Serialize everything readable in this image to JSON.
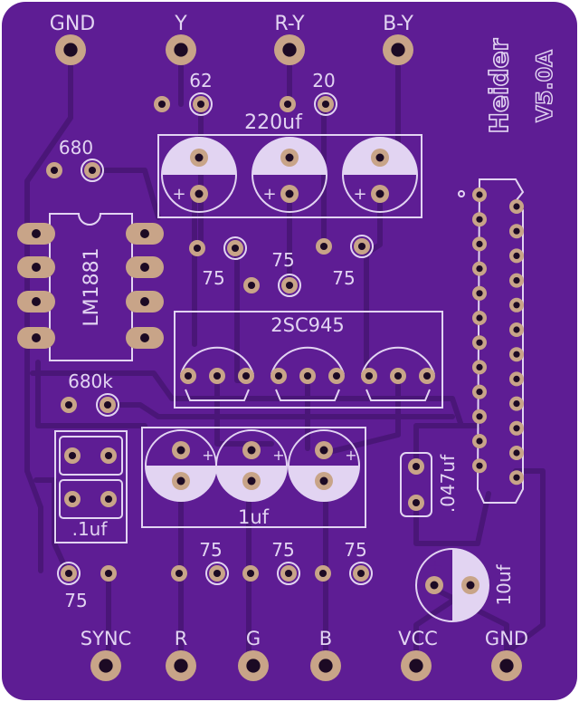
{
  "board": {
    "version": "V5.0A",
    "designer": "Heider",
    "colors": {
      "pcb": "#5e1d94",
      "trace": "#4a1678",
      "silkscreen": "#e2d4f2",
      "pad_copper": "#c8a488",
      "pad_hole": "#1c0a24"
    }
  },
  "connectors_top": [
    "GND",
    "Y",
    "R-Y",
    "B-Y"
  ],
  "connectors_bottom": [
    "SYNC",
    "R",
    "G",
    "B",
    "VCC",
    "GND"
  ],
  "components": {
    "ic": "LM1881",
    "transistors": "2SC945",
    "cap_input": "220uf",
    "cap_output": "1uf",
    "cap_ceramic_left": ".1uf",
    "cap_ceramic_right": ".047uf",
    "cap_electrolytic": "10uf",
    "res_62": "62",
    "res_20": "20",
    "res_680": "680",
    "res_680k": "680k",
    "res_75": "75",
    "pin1_marker": "+",
    "cap_plus": "+"
  }
}
